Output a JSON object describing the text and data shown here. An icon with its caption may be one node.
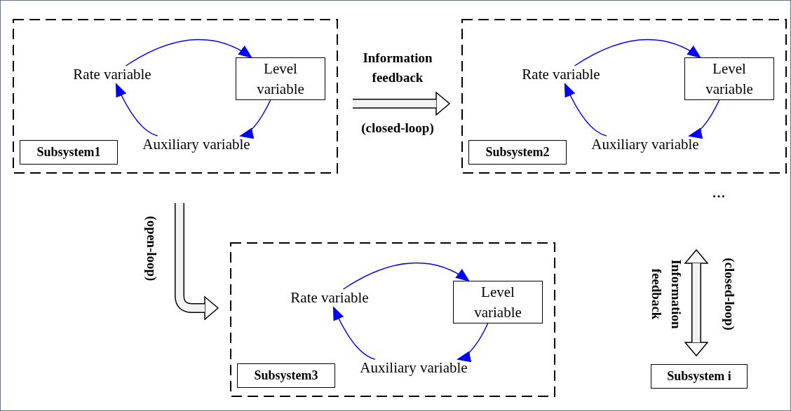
{
  "diagram": {
    "nodes": [
      {
        "text": [],
        "shape": "box"
      },
      {
        "text": [
          "Rate variable"
        ],
        "in": 0
      },
      {
        "text": [
          "Level variable"
        ],
        "in": 0
      },
      {
        "text": [
          "Auxiliary variable"
        ],
        "in": 0
      },
      {
        "text": [
          "Subsystem1"
        ],
        "in": 0
      },
      {
        "text": [],
        "shape": "box"
      },
      {
        "text": [
          "Rate variable"
        ],
        "in": 5
      },
      {
        "text": [
          "Level variable"
        ],
        "in": 5
      },
      {
        "text": [
          "Auxiliary variable"
        ],
        "in": 5
      },
      {
        "text": [
          "Subsystem2"
        ],
        "in": 5
      },
      {
        "text": [],
        "shape": "box"
      },
      {
        "text": [
          "Rate variable"
        ],
        "in": 10
      },
      {
        "text": [
          "Level variable"
        ],
        "in": 10
      },
      {
        "text": [
          "Auxiliary variable"
        ],
        "in": 10
      },
      {
        "text": [
          "Subsystem3"
        ],
        "in": 10
      },
      {
        "text": [
          "Subsystem i"
        ]
      }
    ],
    "edges": [
      {
        "from": 1,
        "to": 2,
        "arrow": "to"
      },
      {
        "from": 2,
        "to": 3,
        "arrow": "to"
      },
      {
        "from": 3,
        "to": 1,
        "arrow": "to"
      },
      {
        "from": 0,
        "to": 5,
        "arrow": "to",
        "label": "Information feedback",
        "style": "thick",
        "color": "#000000"
      },
      {
        "from": 6,
        "to": 7,
        "arrow": "to"
      },
      {
        "from": 7,
        "to": 8,
        "arrow": "to"
      },
      {
        "from": 8,
        "to": 6,
        "arrow": "to"
      },
      {
        "from": 0,
        "to": 10,
        "arrow": "to",
        "label": "(open-loop)",
        "style": "thick",
        "color": "#000000"
      },
      {
        "from": 11,
        "to": 12,
        "arrow": "to"
      },
      {
        "from": 12,
        "to": 13,
        "arrow": "to"
      },
      {
        "from": 13,
        "to": 11,
        "arrow": "to"
      },
      {
        "from": null,
        "to": 15,
        "arrow": "both",
        "label": "Information feedback",
        "style": "thick",
        "color": "#000000"
      }
    ],
    "labels": [
      "(closed-loop)",
      "…",
      "(closed-loop)"
    ]
  }
}
